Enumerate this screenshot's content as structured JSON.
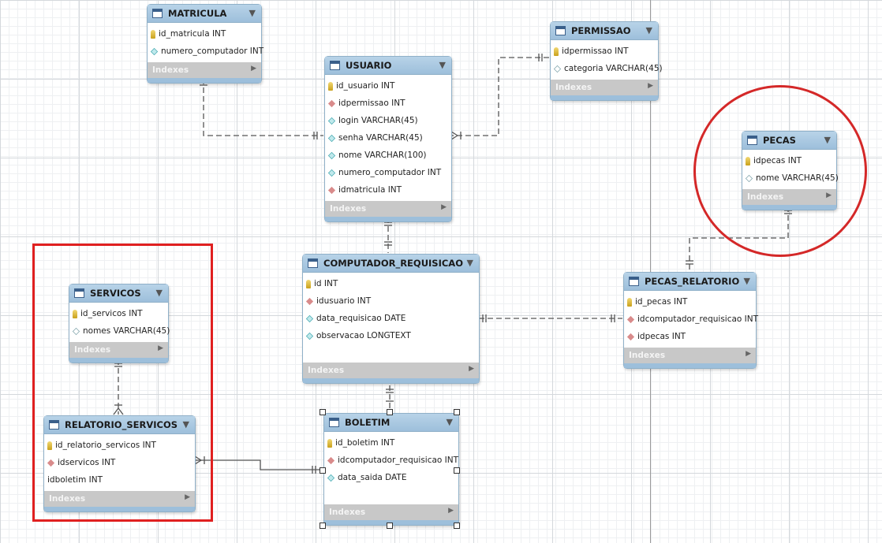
{
  "tables": {
    "matricula": {
      "name": "MATRICULA",
      "columns": [
        {
          "text": "id_matricula INT",
          "icon": "key"
        },
        {
          "text": "numero_computador INT",
          "icon": "col"
        }
      ],
      "indexes": "Indexes"
    },
    "permissao": {
      "name": "PERMISSAO",
      "columns": [
        {
          "text": "idpermissao INT",
          "icon": "key"
        },
        {
          "text": "categoria VARCHAR(45)",
          "icon": "colhollow"
        }
      ],
      "indexes": "Indexes"
    },
    "usuario": {
      "name": "USUARIO",
      "columns": [
        {
          "text": "id_usuario INT",
          "icon": "key"
        },
        {
          "text": "idpermissao INT",
          "icon": "fk"
        },
        {
          "text": "login VARCHAR(45)",
          "icon": "col"
        },
        {
          "text": "senha VARCHAR(45)",
          "icon": "col"
        },
        {
          "text": "nome VARCHAR(100)",
          "icon": "col"
        },
        {
          "text": "numero_computador INT",
          "icon": "col"
        },
        {
          "text": "idmatricula INT",
          "icon": "fk"
        }
      ],
      "indexes": "Indexes"
    },
    "pecas": {
      "name": "PECAS",
      "columns": [
        {
          "text": "idpecas INT",
          "icon": "key"
        },
        {
          "text": "nome VARCHAR(45)",
          "icon": "colhollow"
        }
      ],
      "indexes": "Indexes"
    },
    "servicos": {
      "name": "SERVICOS",
      "columns": [
        {
          "text": "id_servicos INT",
          "icon": "key"
        },
        {
          "text": "nomes VARCHAR(45)",
          "icon": "colhollow"
        }
      ],
      "indexes": "Indexes"
    },
    "computador_requisicao": {
      "name": "COMPUTADOR_REQUISICAO",
      "columns": [
        {
          "text": "id INT",
          "icon": "key"
        },
        {
          "text": "idusuario INT",
          "icon": "fk"
        },
        {
          "text": "data_requisicao DATE",
          "icon": "col"
        },
        {
          "text": "observacao LONGTEXT",
          "icon": "col"
        }
      ],
      "indexes": "Indexes"
    },
    "pecas_relatorio": {
      "name": "PECAS_RELATORIO",
      "columns": [
        {
          "text": "id_pecas INT",
          "icon": "key"
        },
        {
          "text": "idcomputador_requisicao INT",
          "icon": "fk"
        },
        {
          "text": "idpecas INT",
          "icon": "fk"
        }
      ],
      "indexes": "Indexes"
    },
    "relatorio_servicos": {
      "name": "RELATORIO_SERVICOS",
      "columns": [
        {
          "text": "id_relatorio_servicos INT",
          "icon": "key"
        },
        {
          "text": "idservicos INT",
          "icon": "fk"
        },
        {
          "text": "idboletim INT",
          "icon": "none"
        }
      ],
      "indexes": "Indexes"
    },
    "boletim": {
      "name": "BOLETIM",
      "columns": [
        {
          "text": "id_boletim INT",
          "icon": "key"
        },
        {
          "text": "idcomputador_requisicao INT",
          "icon": "fk"
        },
        {
          "text": "data_saida DATE",
          "icon": "col"
        }
      ],
      "indexes": "Indexes"
    }
  },
  "colors": {
    "header": "#9dbfdb",
    "highlight": "#e02020",
    "indexes_bar": "#c8c8c8"
  }
}
